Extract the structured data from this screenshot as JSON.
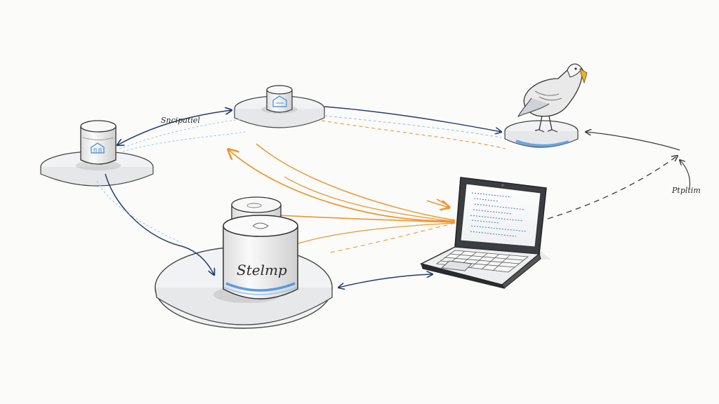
{
  "diagram": {
    "labels": {
      "edge_left_top": "Sncipatiel",
      "main_drum": "Stelmp",
      "right_note": "Ptpltim"
    },
    "colors": {
      "ink": "#2b2b2b",
      "navy": "#253d6b",
      "orange": "#f0962a",
      "blue": "#3f8de0",
      "light_blue": "#9cc4ee",
      "platform_fill": "#f1f2f3"
    },
    "nodes": [
      {
        "id": "left-database",
        "icon": "database-cylinder-icon"
      },
      {
        "id": "top-database",
        "icon": "database-cylinder-icon"
      },
      {
        "id": "main-database",
        "icon": "stacked-cylinder-icon"
      },
      {
        "id": "bird-node",
        "icon": "seagull-icon"
      },
      {
        "id": "laptop-node",
        "icon": "laptop-icon"
      }
    ]
  }
}
